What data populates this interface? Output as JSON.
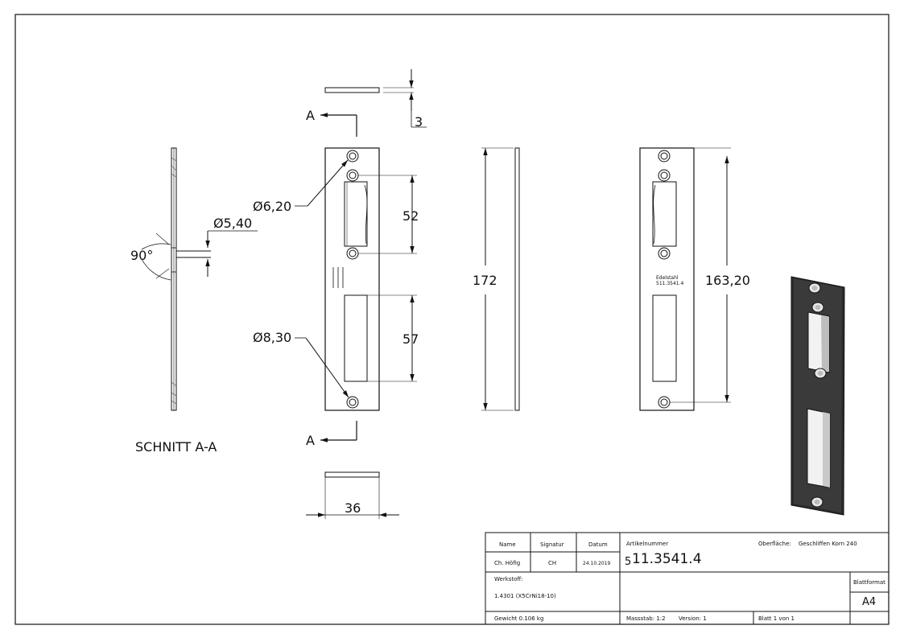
{
  "drawing": {
    "section_label": "A",
    "section_title": "SCHNITT A-A",
    "angle": "90°",
    "dia_small": "Ø5,40",
    "dia_upper": "Ø6,20",
    "dia_lower": "Ø8,30",
    "thickness": "3",
    "width": "36",
    "dim_slot_upper": "52",
    "dim_slot_lower": "57",
    "height_total": "172",
    "height_holes": "163,20",
    "marking_line1": "Edelstahl",
    "marking_line2": "511.3541.4"
  },
  "title_block": {
    "h_name": "Name",
    "h_signatur": "Signatur",
    "h_datum": "Datum",
    "name": "Ch. Höfig",
    "signatur": "CH",
    "datum": "24.10.2019",
    "artikel_label": "Artikelnummer",
    "artikel_prefix": "5",
    "artikel_value": "11.3541.4",
    "oberflaeche_label": "Oberfläche:",
    "oberflaeche_value": "Geschliffen Korn 240",
    "werkstoff_label": "Werkstoff:",
    "werkstoff_value": "1.4301 (X5CrNi18-10)",
    "blattformat_label": "Blattformat",
    "blattformat_value": "A4",
    "gewicht": "Gewicht 0.106 kg",
    "massstab": "Massstab: 1:2",
    "version": "Version: 1",
    "blatt": "Blatt 1 von 1"
  }
}
